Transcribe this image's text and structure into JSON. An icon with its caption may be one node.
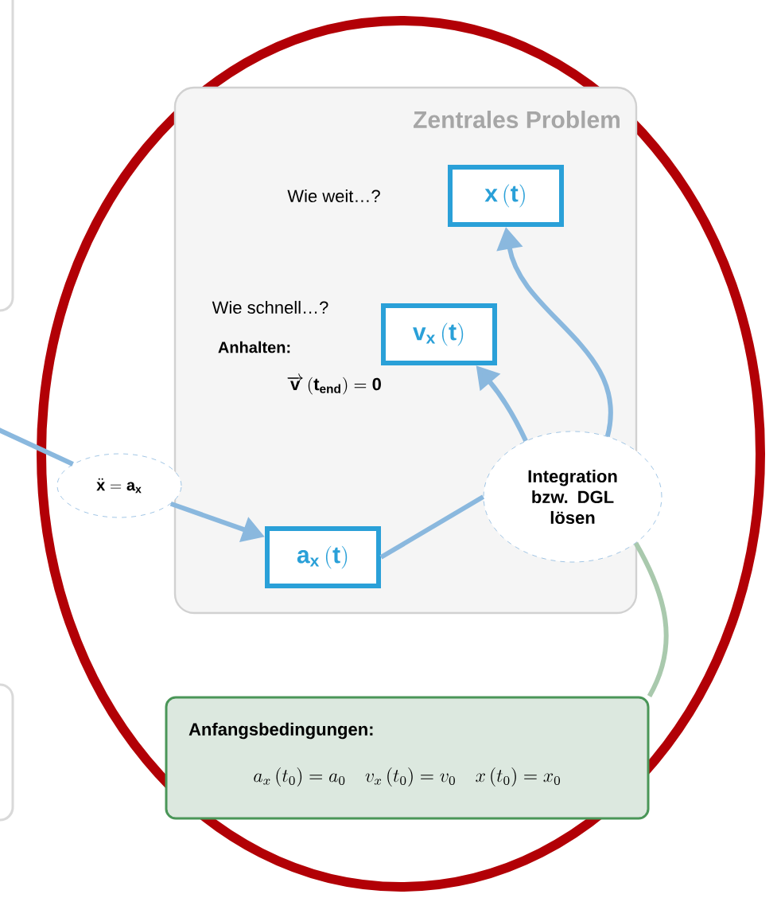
{
  "diagram": {
    "nodes": [
      {
        "text": [
          "Zentrales Problem",
          "Wie weit…?",
          "Wie schnell…?",
          "Anhalten:",
          "\\overrightarrow{\\mathbf{v}}\\,(\\mathbf{t}_{\\mathbf{end}}) = \\mathbf{0}"
        ]
      },
      {
        "text": [
          "\\mathbf{x}\\,(\\mathbf{t})"
        ],
        "in": 0
      },
      {
        "text": [
          "\\mathbf{v}_{\\mathbf{x}}\\,(\\mathbf{t})"
        ],
        "in": 0
      },
      {
        "text": [
          "\\mathbf{a}_{\\mathbf{x}}\\,(\\mathbf{t})"
        ],
        "in": 0
      },
      {
        "text": [
          "Integration bzw. DGL lösen"
        ]
      },
      {
        "text": [
          "\\ddot{\\mathbf{x}} = \\mathbf{a}_{\\mathbf{x}}"
        ]
      },
      {
        "text": [
          "Anfangsbedingungen:",
          "a_x\\,(t_0) = a_0 \\quad v_x\\,(t_0) = v_0 \\quad x\\,(t_0) = x_0"
        ]
      }
    ],
    "edges": [
      {
        "from": null,
        "to": 5,
        "arrow": "none"
      },
      {
        "from": 5,
        "to": 3,
        "arrow": "to"
      },
      {
        "from": 3,
        "to": 4,
        "arrow": "none"
      },
      {
        "from": 4,
        "to": 2,
        "arrow": "to"
      },
      {
        "from": 4,
        "to": 1,
        "arrow": "to"
      },
      {
        "from": 4,
        "to": 6,
        "arrow": "none",
        "color": "#a9c9ad"
      }
    ]
  }
}
